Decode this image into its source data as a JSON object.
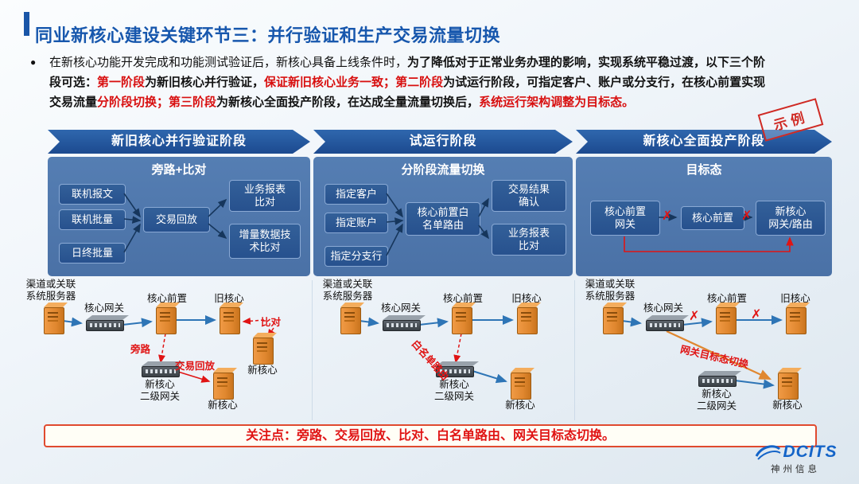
{
  "title": "同业新核心建设关键环节三：并行验证和生产交易流量切换",
  "bullet_glyph": "●",
  "stamp": "示例",
  "intro": [
    "在新核心功能开发完成和功能测试验证后，新核心具备上线条件时，",
    "为了降低对于正常业务办理的影响，实现系统平稳过渡，以下三个阶段可选：",
    "第一阶段",
    "为新旧核心并行验证，",
    "保证新旧核心业务一致；",
    "第二阶段",
    "为试运行阶段，可指定客户、账户或分支行，在核心前置实现交易流量",
    "分阶段切换；",
    "第三阶段",
    "为新核心全面投产阶段，在达成全量流量切换后，",
    "系统运行架构调整为目标态。"
  ],
  "stages": [
    {
      "header": "新旧核心并行验证阶段",
      "panel_title": "旁路+比对",
      "inputs": [
        "联机报文",
        "联机批量",
        "日终批量"
      ],
      "process": "交易回放",
      "outputs": [
        "业务报表\n比对",
        "增量数据技\n术比对"
      ]
    },
    {
      "header": "试运行阶段",
      "panel_title": "分阶段流量切换",
      "inputs": [
        "指定客户",
        "指定账户",
        "指定分支行"
      ],
      "process": "核心前置白\n名单路由",
      "outputs": [
        "交易结果\n确认",
        "业务报表\n比对"
      ]
    },
    {
      "header": "新核心全面投产阶段",
      "panel_title": "目标态",
      "flow": [
        "核心前置\n网关",
        "核心前置",
        "新核心\n网关/路由"
      ]
    }
  ],
  "marks": {
    "x": "✗"
  },
  "infra": {
    "source": "渠道或关联\n系统服务器",
    "gateway": "核心网关",
    "front": "核心前置",
    "old_core": "旧核心",
    "new_core": "新核心",
    "secondary_gateway": "新核心\n二级网关",
    "compare": "比对",
    "bypass": "旁路",
    "replay": "交易回放",
    "whitelist": "白名单路由",
    "gateway_switch": "网关目标态切换"
  },
  "note": "关注点：旁路、交易回放、比对、白名单路由、网关目标态切换。",
  "logo": {
    "name": "DCITS",
    "company": "神州信息"
  },
  "colors": {
    "title_blue": "#1757ad",
    "header_blue": "#1c4a8f",
    "panel_blue": "#4f77ac",
    "box_blue": "#2a5797",
    "highlight_red": "#d80f0f",
    "flow_blue": "#2e75b6",
    "server_orange": "#e0872f"
  }
}
